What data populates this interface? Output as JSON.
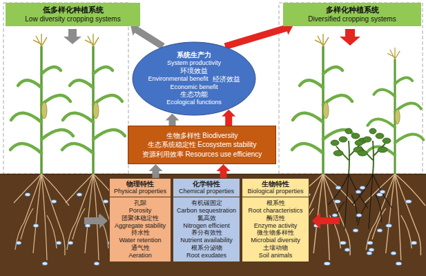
{
  "diagram": {
    "nodes": [
      {
        "text": [
          "低多样化种植系统",
          "Low diversity cropping systems"
        ]
      },
      {
        "text": [
          "多样化种植系统",
          "Diversified cropping systems"
        ]
      },
      {
        "text": [
          "系统生产力",
          "System productivity",
          "环境效益",
          "Environmental benefit",
          "经济效益",
          "Economic benefit",
          "生态功能",
          "Ecological functions"
        ]
      },
      {
        "text": [
          "生物多样性 Biodiversity",
          "生态系统稳定性 Ecosystem stability",
          "资源利用效率 Resources use efficiency"
        ]
      },
      {
        "text": [
          "物理特性",
          "Physical properties",
          "孔隙",
          "Porosity",
          "团聚体稳定性",
          "Aggregate stability",
          "持水性",
          "Water retention",
          "通气性",
          "Aeration"
        ]
      },
      {
        "text": [
          "化学特性",
          "Chemical properties",
          "有机碳固定",
          "Carbon sequestration",
          "氮高效",
          "Nitrogen efficient",
          "养分有效性",
          "Nutrient availability",
          "根系分泌物",
          "Root exudates"
        ]
      },
      {
        "text": [
          "生物特性",
          "Biological properties",
          "根系性",
          "Root characteristics",
          "酶活性",
          "Enzyme activity",
          "微生物多样性",
          "Microbial diversity",
          "土壤动物",
          "Soil animals"
        ]
      }
    ],
    "edges": [
      {
        "from": 2,
        "to": 0,
        "arrow": "to"
      },
      {
        "from": 2,
        "to": 1,
        "arrow": "to"
      },
      {
        "from": 3,
        "to": 2,
        "arrow": "to"
      },
      {
        "from": 3,
        "to": 2,
        "arrow": "to"
      },
      {
        "from": 4,
        "to": 3,
        "arrow": "to"
      },
      {
        "from": 5,
        "to": 3,
        "arrow": "to"
      }
    ]
  }
}
